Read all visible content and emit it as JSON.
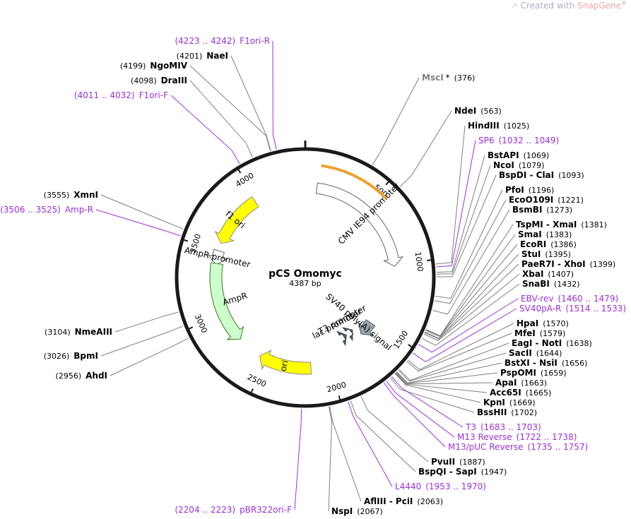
{
  "watermark": {
    "prefix": "Created with ",
    "brand": "SnapGene",
    "mark": "®"
  },
  "plasmid": {
    "name": "pCS Omomyc",
    "length_label": "4387 bp",
    "length": 4387
  },
  "colors": {
    "backbone": "#1a1a1a",
    "primer": "#9b30d9",
    "site_line": "#7f7f7f",
    "ori": "#ffff00",
    "ampr": "#ccffcc",
    "ampr_border": "#3c7a1e",
    "promoter": "#ffffff",
    "arc_orange": "#f0a030"
  },
  "ticks": [
    {
      "pos": 500,
      "label": "500"
    },
    {
      "pos": 1000,
      "label": "1000"
    },
    {
      "pos": 1500,
      "label": "1500"
    },
    {
      "pos": 2000,
      "label": "2000"
    },
    {
      "pos": 2500,
      "label": "2500"
    },
    {
      "pos": 3000,
      "label": "3000"
    },
    {
      "pos": 3500,
      "label": "3500"
    },
    {
      "pos": 4000,
      "label": "4000"
    }
  ],
  "features": [
    {
      "name": "CMV IE94 promoter",
      "start": 90,
      "end": 1010,
      "type": "promoter",
      "strand": 1
    },
    {
      "name": "f1 ori",
      "start": 3560,
      "end": 3980,
      "type": "ori",
      "strand": -1
    },
    {
      "name": "AmpR promoter",
      "start": 3390,
      "end": 3500,
      "type": "promoter",
      "strand": -1
    },
    {
      "name": "AmpR",
      "start": 2760,
      "end": 3400,
      "type": "ampr",
      "strand": -1
    },
    {
      "name": "ori",
      "start": 2150,
      "end": 2560,
      "type": "ori",
      "strand": 1
    },
    {
      "name": "SV40 poly(A) signal",
      "start": 1520,
      "end": 1650,
      "type": "polyA",
      "strand": 1
    },
    {
      "name": "T3 promoter",
      "start": 1683,
      "end": 1703,
      "type": "small",
      "strand": -1
    },
    {
      "name": "lac promoter",
      "start": 1760,
      "end": 1790,
      "type": "small",
      "strand": -1
    }
  ],
  "labels": {
    "left": [
      {
        "name": "F1ori-R",
        "range": "(4223 .. 4242)",
        "kind": "primer"
      },
      {
        "name": "NaeI",
        "num": "(4201)",
        "kind": "site"
      },
      {
        "name": "NgoMIV",
        "num": "(4199)",
        "kind": "site"
      },
      {
        "name": "DraIII",
        "num": "(4098)",
        "kind": "site"
      },
      {
        "name": "F1ori-F",
        "range": "(4011 .. 4032)",
        "kind": "primer"
      },
      {
        "name": "XmnI",
        "num": "(3555)",
        "kind": "site"
      },
      {
        "name": "Amp-R",
        "range": "(3506 .. 3525)",
        "kind": "primer"
      },
      {
        "name": "NmeAIII",
        "num": "(3104)",
        "kind": "site"
      },
      {
        "name": "BpmI",
        "num": "(3026)",
        "kind": "site"
      },
      {
        "name": "AhdI",
        "num": "(2956)",
        "kind": "site"
      },
      {
        "name": "pBR322ori-F",
        "range": "(2204 .. 2223)",
        "kind": "primer"
      }
    ],
    "right": [
      {
        "name": "MscI",
        "star": "*",
        "num": "(376)",
        "kind": "gray"
      },
      {
        "name": "NdeI",
        "num": "(563)",
        "kind": "site"
      },
      {
        "name": "HindIII",
        "num": "(1025)",
        "kind": "site"
      },
      {
        "name": "SP6",
        "range": "(1032 .. 1049)",
        "kind": "primer"
      },
      {
        "name": "BstAPI",
        "num": "(1069)",
        "kind": "site"
      },
      {
        "name": "NcoI",
        "num": "(1079)",
        "kind": "site"
      },
      {
        "name": "BspDI - ClaI",
        "num": "(1093)",
        "kind": "site"
      },
      {
        "name": "PfoI",
        "num": "(1196)",
        "kind": "site"
      },
      {
        "name": "EcoO109I",
        "num": "(1221)",
        "kind": "site"
      },
      {
        "name": "BsmBI",
        "num": "(1273)",
        "kind": "site"
      },
      {
        "name": "TspMI - XmaI",
        "num": "(1381)",
        "kind": "site"
      },
      {
        "name": "SmaI",
        "num": "(1383)",
        "kind": "site"
      },
      {
        "name": "EcoRI",
        "num": "(1386)",
        "kind": "site"
      },
      {
        "name": "StuI",
        "num": "(1395)",
        "kind": "site"
      },
      {
        "name": "PaeR7I - XhoI",
        "num": "(1399)",
        "kind": "site"
      },
      {
        "name": "XbaI",
        "num": "(1407)",
        "kind": "site"
      },
      {
        "name": "SnaBI",
        "num": "(1432)",
        "kind": "site"
      },
      {
        "name": "EBV-rev",
        "range": "(1460 .. 1479)",
        "kind": "primer"
      },
      {
        "name": "SV40pA-R",
        "range": "(1514 .. 1533)",
        "kind": "primer"
      },
      {
        "name": "HpaI",
        "num": "(1570)",
        "kind": "site"
      },
      {
        "name": "MfeI",
        "num": "(1579)",
        "kind": "site"
      },
      {
        "name": "EagI - NotI",
        "num": "(1638)",
        "kind": "site"
      },
      {
        "name": "SacII",
        "num": "(1644)",
        "kind": "site"
      },
      {
        "name": "BstXI - NsiI",
        "num": "(1656)",
        "kind": "site"
      },
      {
        "name": "PspOMI",
        "num": "(1659)",
        "kind": "site"
      },
      {
        "name": "ApaI",
        "num": "(1663)",
        "kind": "site"
      },
      {
        "name": "Acc65I",
        "num": "(1665)",
        "kind": "site"
      },
      {
        "name": "KpnI",
        "num": "(1669)",
        "kind": "site"
      },
      {
        "name": "BssHII",
        "num": "(1702)",
        "kind": "site"
      },
      {
        "name": "T3",
        "range": "(1683 .. 1703)",
        "kind": "primer"
      },
      {
        "name": "M13 Reverse",
        "range": "(1722 .. 1738)",
        "kind": "primer"
      },
      {
        "name": "M13/pUC Reverse",
        "range": "(1735 .. 1757)",
        "kind": "primer"
      },
      {
        "name": "PvuII",
        "num": "(1887)",
        "kind": "site"
      },
      {
        "name": "BspQI - SapI",
        "num": "(1947)",
        "kind": "site"
      },
      {
        "name": "L4440",
        "range": "(1953 .. 1970)",
        "kind": "primer"
      },
      {
        "name": "AflIII - PciI",
        "num": "(2063)",
        "kind": "site"
      },
      {
        "name": "NspI",
        "num": "(2067)",
        "kind": "site"
      }
    ]
  }
}
